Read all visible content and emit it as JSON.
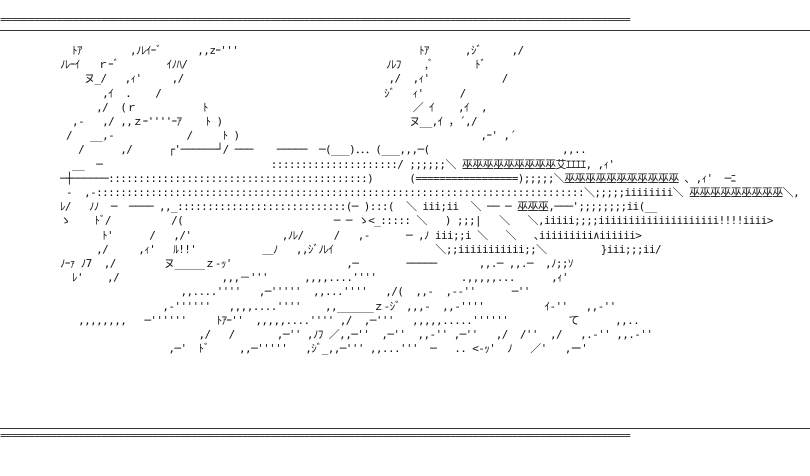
{
  "border": {
    "top": "================================================================================================================",
    "bottom": "================================================================================================================"
  },
  "art": {
    "lines": [
      "  ﾄｱ        ,ﾉﾚｲｰﾞ      ,,zｰ'''                              ﾄｱ      ,ｼﾞ     ,/",
      "ﾉﾚｰｲ   ｒｰﾞ        ｲﾉﾊ/                                 ﾉﾚﾌ    ,ﾞ       ﾄﾞ",
      "    ヌ_/   ,ｨ'     ,/                                  ,/  ,ｨ'            /",
      "       ,ｲ  .    /                                     ｼﾞ   ｨ'      /",
      "      ,/  (ｒ           ﾄ                                  ／ ｲ    ,ｲ  ,",
      "  ,-   ,/ ,,ｚｰ''''ｰｱ    ﾄ )                               ヌ__,ｲ ，´,/",
      " /   __,-            /     ﾄ )                                        ,ｰ' ,´",
      "   /      ,/      ┌'──────┘/ ───    ─────  ─(___)．．．(___,,,─(                      ,,..",
      "  __  ─                            :::::::::::::::::::::/ ;;;;;;＼ 巫巫巫巫巫巫巫巫巫艾ｴｴｴｴ, ,ｨ'",
      "─┼──────:::::::::::::::::::::::::::::::::::::::::::)      (=================);;;;;＼巫巫巫巫巫巫巫巫巫巫巫 ､ ,ｨ'  ─ﾆ",
      " -  ,-:::::::::::::::::::::::::::::::::::::::::::::::::::::::::::::::::::::::::::::::::＼;;;;;iiiiiiii＼ 巫巫巫巫巫巫巫巫巫＼,,,,,iiiiii>",
      "ﾚ/   ﾉﾉ  ─  ──── ,,_::::::::::::::::::::::::::::(─ ):::(  ＼ iii;ii  ＼ ── ─ 巫巫巫,───';;;;;;;;ii(__",
      "ゝ    ﾄﾞ/          /(                         ─ ─ ゝ<_::::: ＼   ) ;;;|   ＼   ＼,iiiii;;;;iiiiiiiiiiiiiiiiiiii!!!!iiii>",
      "       ﾄ'      /   ,/'               ,ﾉﾚ/     /   ,-      ─ ,ﾉ iii;;i ＼   ＼   ､iiiiiiiii∧iiiiii>",
      "      ,/     ,ｨ'   ﾙ!!'           ＿ﾉ   ,,ｼﾞﾉﾚｲ                 ＼;;iiiiiiiiiii;;＼         }iii;;;ii/",
      "ﾉｰｧ ﾉ7  ,/        ヌ_____ｚ-ｯ'                   ,─        ─────       ,,.─ ,,.─  ,ﾉ;;ｿ",
      "  ﾚ'    ,/                 ,,,－'''      ,,,,....''''              .,,,,,...      ,ｨ'",
      "                    ,,....''''   ,─'''''  ,,...''''   ,/(  ,,-  ,-‐''      ─''",
      "                 ,-''''''   ,,,,....''''    ,,______ｚ-ｼﾞ ,,,-  ,,-''''          ｲ-''   ,,-''",
      "   ,,,,,,,,   ─''''''     ﾄｱｰ''  ,,,,,....'''' ,/  ,─'''   ,,,,,.....''''''          て      ,,..",
      "                       ,/   /       ,─'' ,ﾉﾌ ／,,─''  ,─''  ,,-'' ,─''   ,/  /''  ,/   ,.-'' ,,.-''",
      "                  ,─'  ﾄﾞ     ,,─'''''   ,ｼﾞ_,,─''' ,,...'''  ─   .. <-ｯ'  ﾉ   ／'   ,ー'"
    ]
  }
}
